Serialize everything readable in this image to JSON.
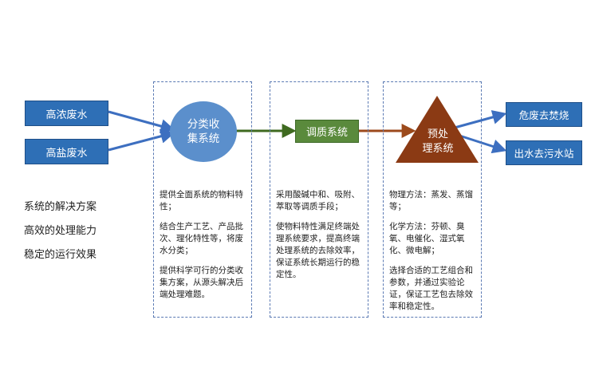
{
  "inputs": {
    "high_conc": "高浓废水",
    "high_salt": "高盐废水"
  },
  "left_notes": [
    "系统的解决方案",
    "高效的处理能力",
    "稳定的运行效果"
  ],
  "stages": {
    "classify": {
      "line1": "分类收",
      "line2": "集系统",
      "desc": [
        "提供全面系统的物料特性；",
        "结合生产工艺、产品批次、理化特性等，将废水分类；",
        "提供科学可行的分类收集方案，从源头解决后端处理难题。"
      ]
    },
    "adjust": {
      "label": "调质系统",
      "desc": [
        "采用酸碱中和、吸附、萃取等调质手段；",
        "使物料特性满足终端处理系统要求，提高终端处理系统的去除效率，保证系统长期运行的稳定性。"
      ]
    },
    "pretreat": {
      "line1": "预处",
      "line2": "理系统",
      "desc": [
        "物理方法：蒸发、蒸馏等；",
        "化学方法：芬顿、臭氧、电催化、湿式氧化、微电解；",
        "选择合适的工艺组合和参数，并通过实验论证，保证工艺包去除效率和稳定性。"
      ]
    }
  },
  "outputs": {
    "hazardous": "危废去焚烧",
    "effluent": "出水去污水站"
  },
  "colors": {
    "blue": "#2e6fb6",
    "circle": "#5b8fcc",
    "green": "#5a8a3c",
    "triangle": "#8b3a14",
    "arrow_blue": "#3d6fc0",
    "arrow_green": "#3f6a20",
    "arrow_brown": "#9c4a1c"
  }
}
